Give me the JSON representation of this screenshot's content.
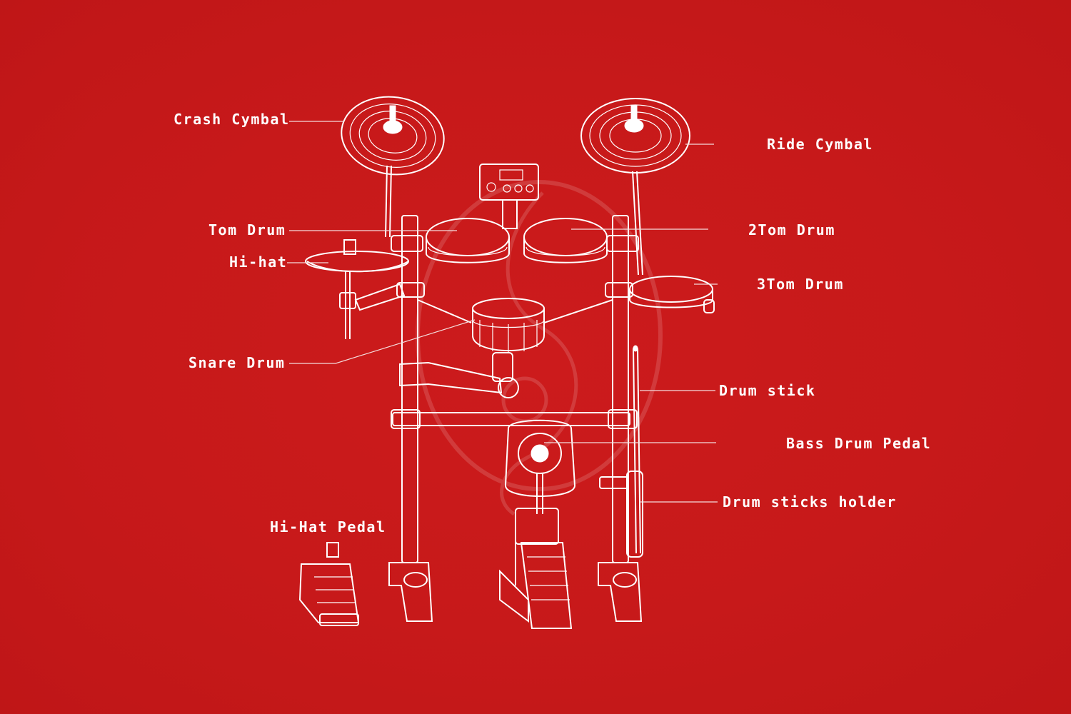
{
  "diagram": {
    "labels": {
      "crash_cymbal": "Crash Cymbal",
      "ride_cymbal": "Ride Cymbal",
      "tom_drum": "Tom Drum",
      "tom2_drum": "2Tom Drum",
      "hihat": "Hi-hat",
      "tom3_drum": "3Tom Drum",
      "snare_drum": "Snare Drum",
      "drum_stick": "Drum stick",
      "bass_drum_pedal": "Bass Drum Pedal",
      "drum_sticks_holder": "Drum sticks holder",
      "hihat_pedal": "Hi-Hat Pedal"
    },
    "colors": {
      "background": "#c7191a",
      "line_art": "#ffffff",
      "leader_line": "#f4dcdc"
    }
  }
}
